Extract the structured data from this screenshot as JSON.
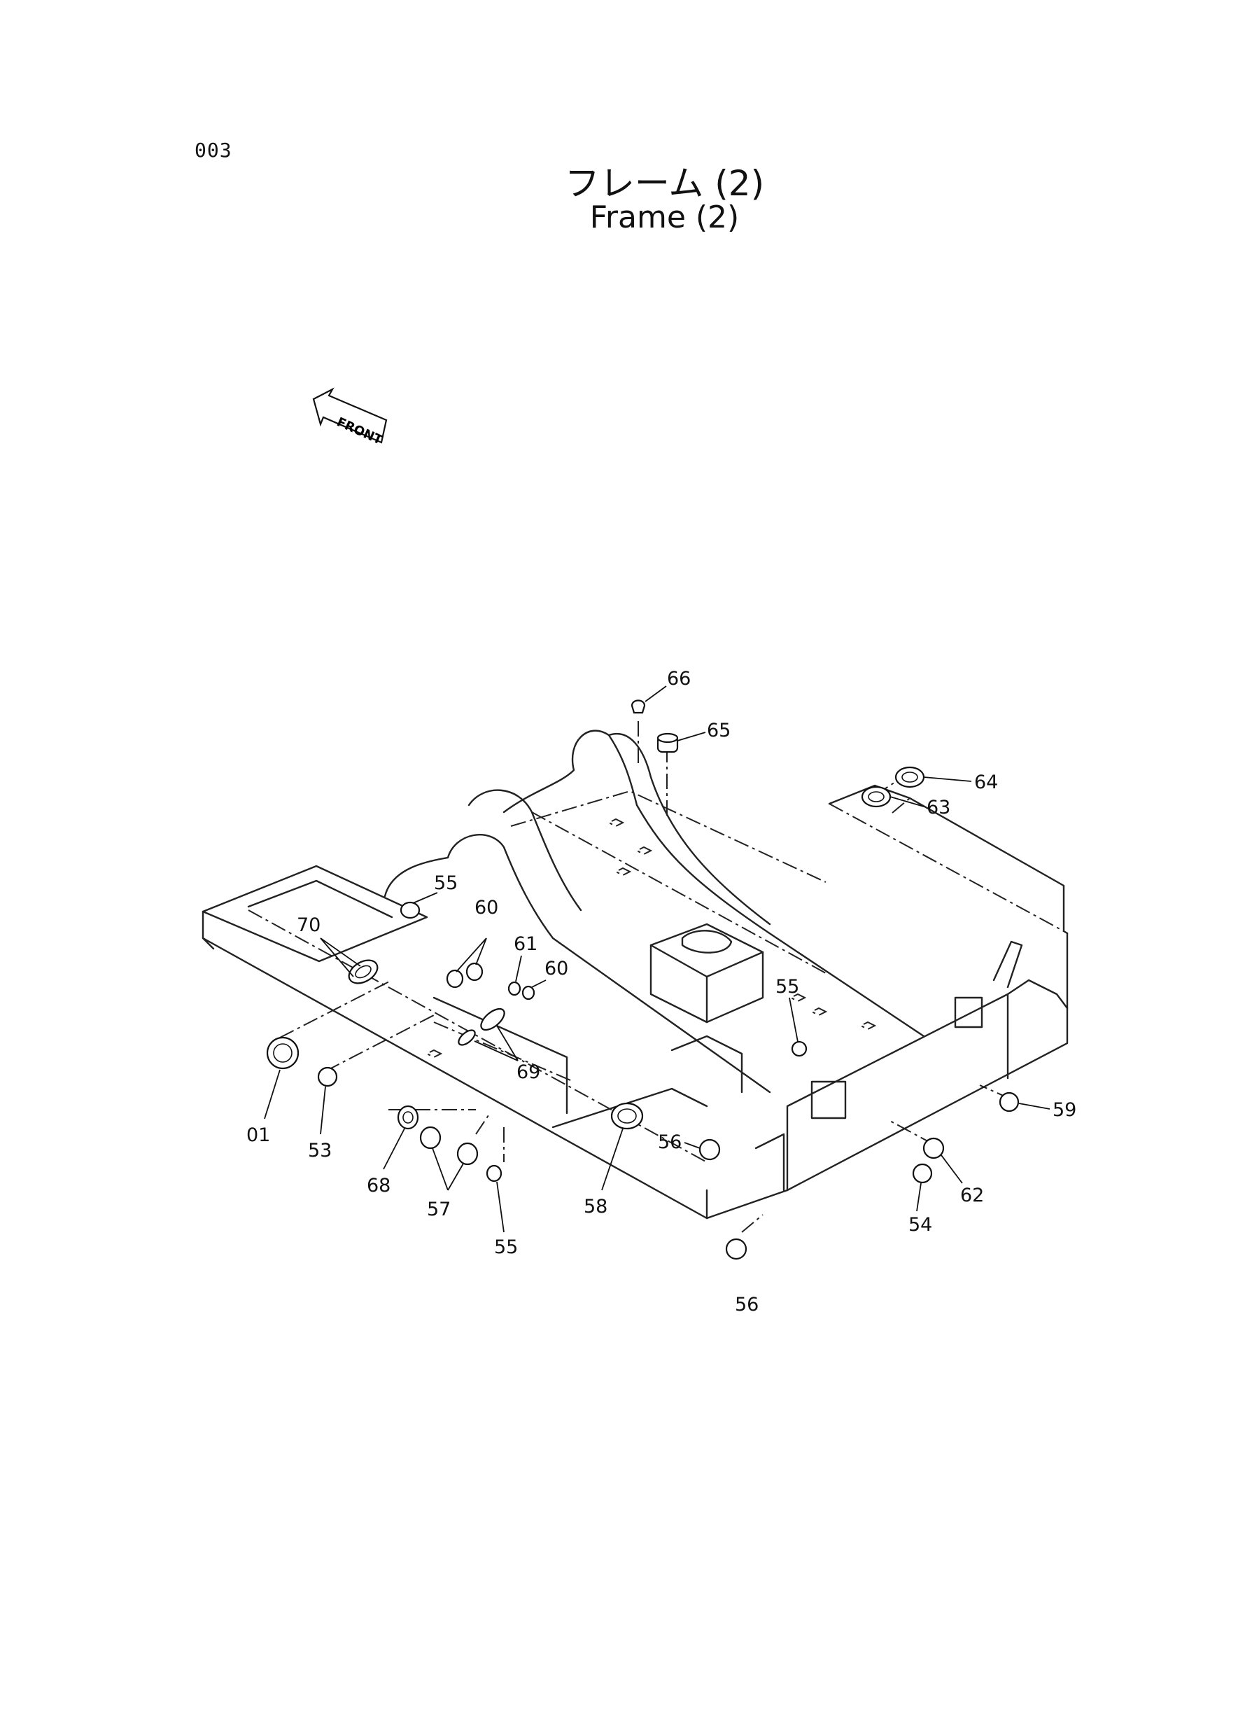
{
  "page_number": "003",
  "title_jp": "フレーム (2)",
  "title_en": "Frame (2)",
  "front_arrow_label": "FRONT",
  "callouts": {
    "c66": "66",
    "c65": "65",
    "c64": "64",
    "c63": "63",
    "c55a": "55",
    "c70": "70",
    "c60a": "60",
    "c61": "61",
    "c60b": "60",
    "c55b": "55",
    "c69": "69",
    "c01": "01",
    "c53": "53",
    "c68": "68",
    "c57": "57",
    "c55c": "55",
    "c58": "58",
    "c56a": "56",
    "c59": "59",
    "c62": "62",
    "c54": "54",
    "c56b": "56"
  }
}
